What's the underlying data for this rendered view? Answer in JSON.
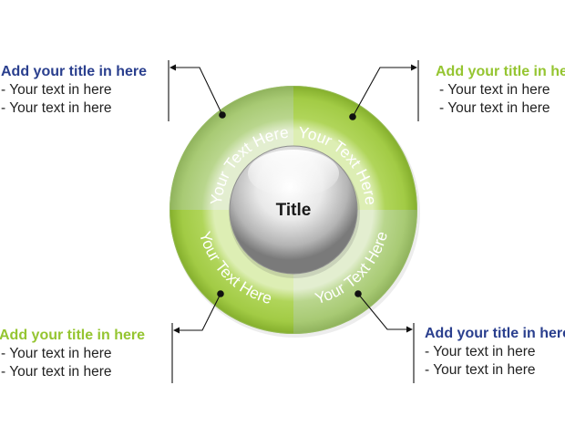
{
  "center": {
    "title": "Title"
  },
  "ring": {
    "segments": [
      {
        "id": "top-left",
        "text": "Your Text Here"
      },
      {
        "id": "top-right",
        "text": "Your Text Here"
      },
      {
        "id": "bottom-right",
        "text": "Your Text Here"
      },
      {
        "id": "bottom-left",
        "text": "Your Text Here"
      }
    ]
  },
  "blocks": {
    "top_left": {
      "title": "Add your title in here",
      "lines": [
        "- Your text in here",
        "- Your text in here"
      ]
    },
    "top_right": {
      "title": "Add your title in here",
      "lines": [
        "- Your text in here",
        "- Your text in here"
      ]
    },
    "bottom_left": {
      "title": "Add your title in here",
      "lines": [
        "- Your text in here",
        "- Your text in here"
      ]
    },
    "bottom_right": {
      "title": "Add your title in here",
      "lines": [
        "- Your text in here",
        "- Your text in here"
      ]
    }
  },
  "colors": {
    "title_blue": "#2a3f8e",
    "title_green": "#95c531",
    "segment_pale": "#b5d38a",
    "segment_bright": "#a9d04a",
    "segment_text": "#ffffff"
  }
}
